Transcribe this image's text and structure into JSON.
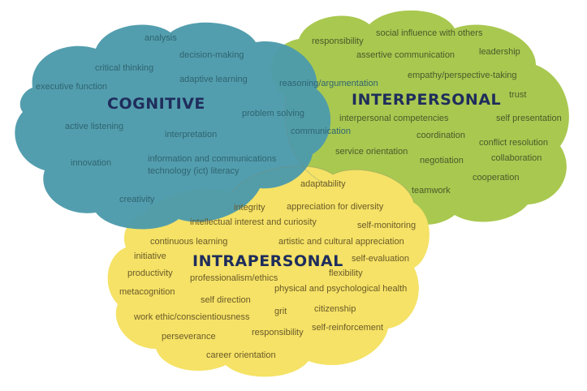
{
  "colors": {
    "cognitive": "#4d9bab",
    "interpersonal": "#a9c850",
    "intrapersonal": "#f5e266",
    "heading": "#1f2d5c"
  },
  "headings": {
    "cognitive": "COGNITIVE",
    "interpersonal": "INTERPERSONAL",
    "intrapersonal": "INTRAPERSONAL"
  },
  "cognitive": {
    "analysis": "analysis",
    "decision_making": "decision-making",
    "critical_thinking": "critical thinking",
    "executive_function": "executive function",
    "adaptive_learning": "adaptive learning",
    "active_listening": "active listening",
    "interpretation": "interpretation",
    "ict_line1": "information and communications",
    "ict_line2": "technology (ict) literacy",
    "innovation": "innovation",
    "creativity": "creativity"
  },
  "shared": {
    "reasoning": "reasoning/argumentation",
    "problem_solving": "problem solving",
    "communication": "communication",
    "adaptability": "adaptability",
    "appreciation_diversity": "appreciation for diversity",
    "self_monitoring": "self-monitoring"
  },
  "interpersonal": {
    "responsibility": "responsibility",
    "social_influence": "social influence with others",
    "assertive_communication": "assertive communication",
    "leadership": "leadership",
    "empathy": "empathy/perspective-taking",
    "trust": "trust",
    "competencies": "interpersonal competencies",
    "self_presentation": "self presentation",
    "coordination": "coordination",
    "conflict_resolution": "conflict resolution",
    "service_orientation": "service orientation",
    "negotiation": "negotiation",
    "collaboration": "collaboration",
    "cooperation": "cooperation",
    "teamwork": "teamwork"
  },
  "intrapersonal": {
    "integrity": "integrity",
    "intellectual_interest": "intellectual interest and curiosity",
    "continuous_learning": "continuous learning",
    "artistic_appreciation": "artistic and cultural appreciation",
    "initiative": "initiative",
    "self_evaluation": "self-evaluation",
    "productivity": "productivity",
    "professionalism": "professionalism/ethics",
    "flexibility": "flexibility",
    "metacognition": "metacognition",
    "physical_health": "physical and psychological health",
    "self_direction": "self direction",
    "citizenship": "citizenship",
    "work_ethic": "work ethic/conscientiousness",
    "grit": "grit",
    "perseverance": "perseverance",
    "responsibility": "responsibility",
    "self_reinforcement": "self-reinforcement",
    "career_orientation": "career orientation"
  }
}
